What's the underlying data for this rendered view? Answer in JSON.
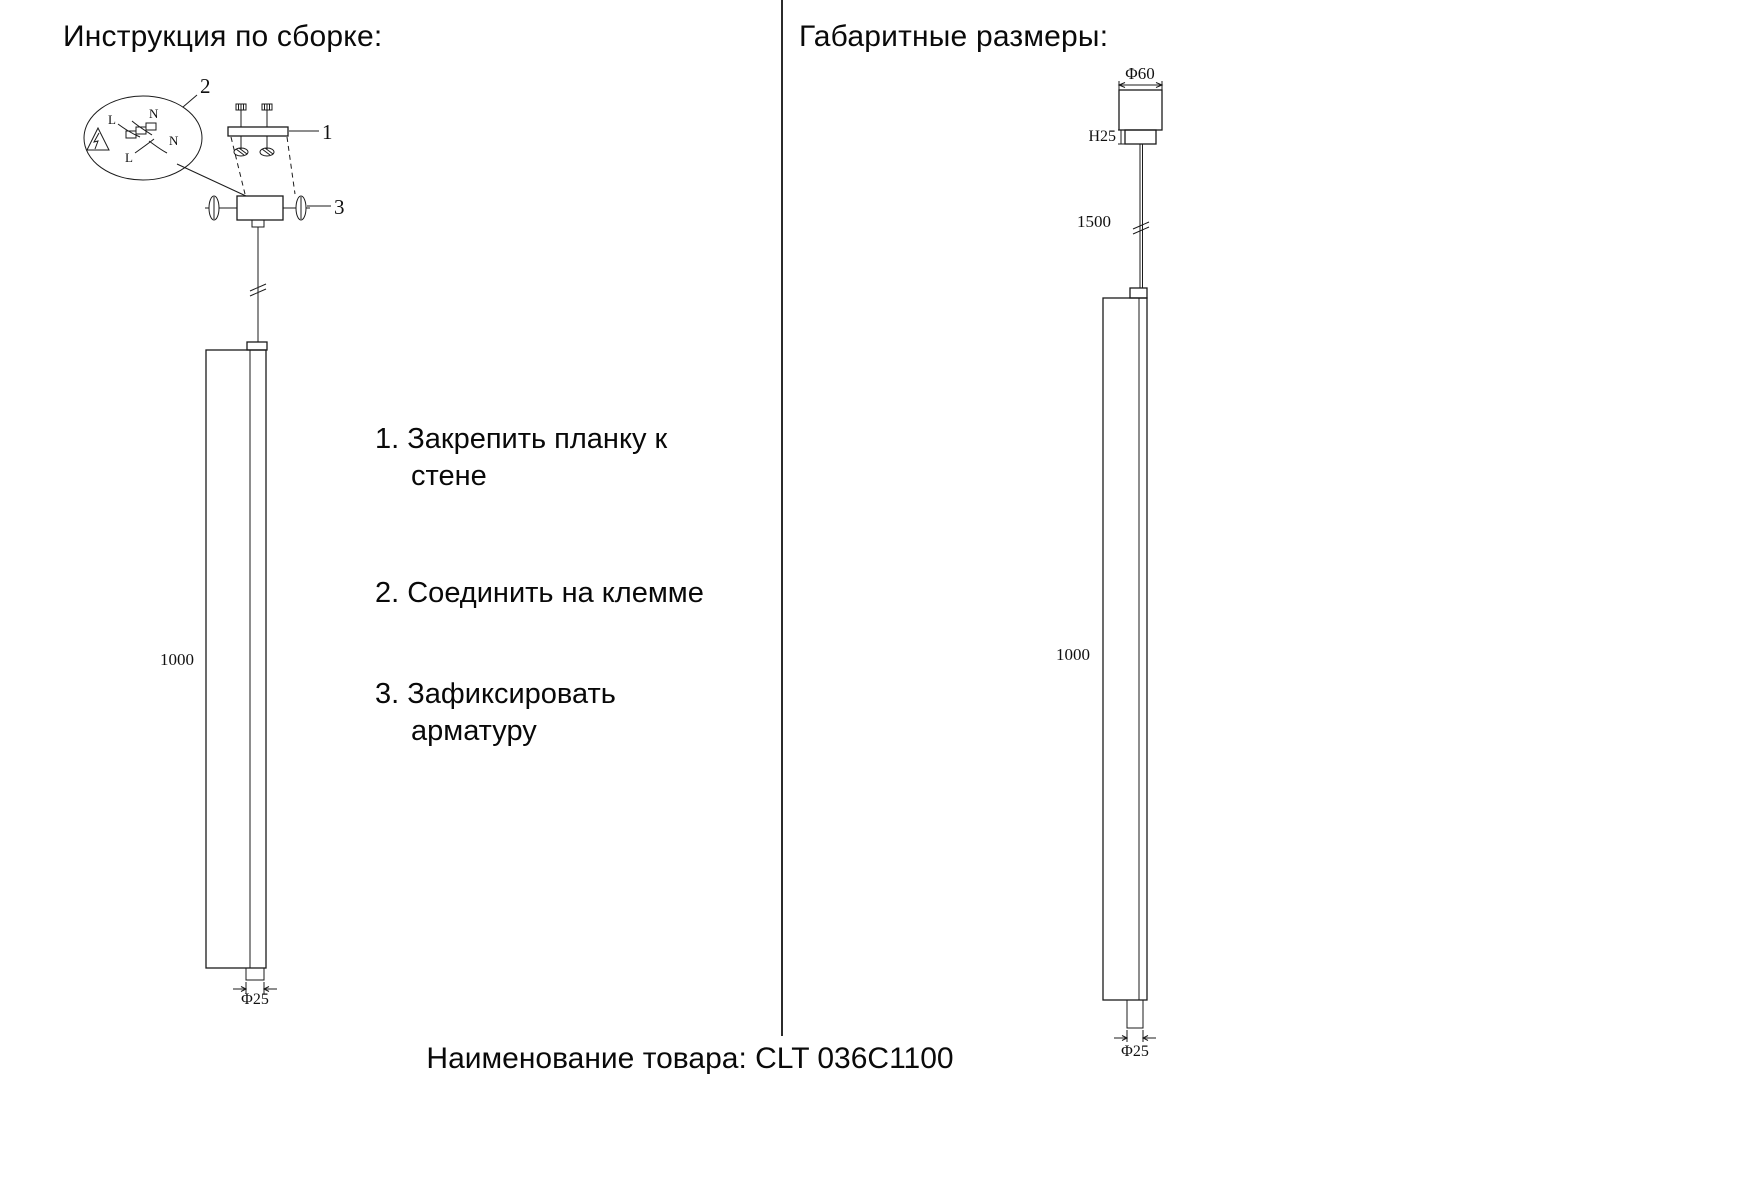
{
  "titles": {
    "left": "Инструкция по сборке:",
    "right": "Габаритные размеры:"
  },
  "instructions": [
    {
      "text": "1. Закрепить планку к стене"
    },
    {
      "text": "2. Соединить на клемме"
    },
    {
      "text": "3. Зафиксировать арматуру"
    }
  ],
  "assembly_drawing": {
    "part_labels": {
      "bracket": "1",
      "terminal": "2",
      "fixture": "3"
    },
    "wire_labels": {
      "l_top": "L",
      "n_top": "N",
      "n_mid": "N",
      "l_bottom": "L"
    },
    "dims": {
      "tube_length": "1000",
      "tube_diameter": "Φ25"
    }
  },
  "dimensions_drawing": {
    "canopy_diameter": "Φ60",
    "canopy_height": "H25",
    "cable_length": "1500",
    "tube_length": "1000",
    "tube_diameter": "Φ25"
  },
  "footer": {
    "label": "Наименование товара: CLT 036C1100"
  }
}
